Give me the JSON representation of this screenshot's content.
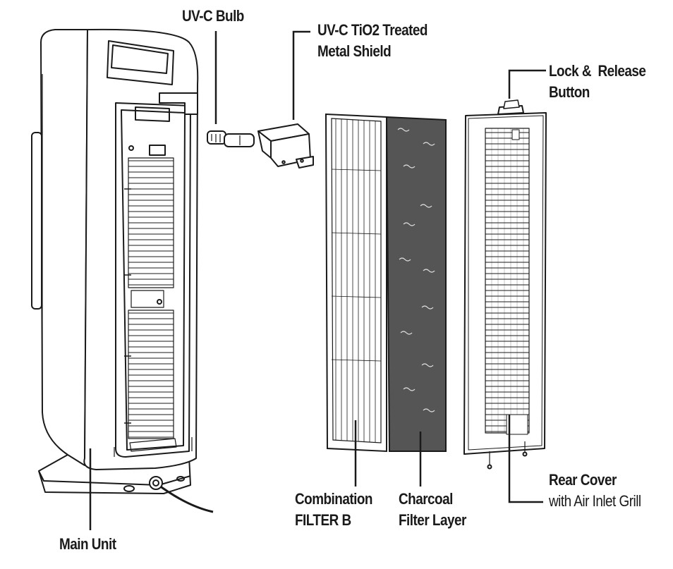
{
  "labels": {
    "uvc_bulb": "UV-C Bulb",
    "shield_line1": "UV-C TiO2 Treated",
    "shield_line2": "Metal Shield",
    "lock_line1": "Lock &  Release",
    "lock_line2": "Button",
    "rear_line1": "Rear Cover",
    "rear_line2": "with Air Inlet Grill",
    "combo_line1": "Combination",
    "combo_line2": "FILTER B",
    "charcoal_line1": "Charcoal",
    "charcoal_line2": "Filter Layer",
    "main_unit": "Main Unit"
  },
  "colors": {
    "line": "#1a1a1a",
    "charcoal": "#555555",
    "background": "#ffffff"
  }
}
